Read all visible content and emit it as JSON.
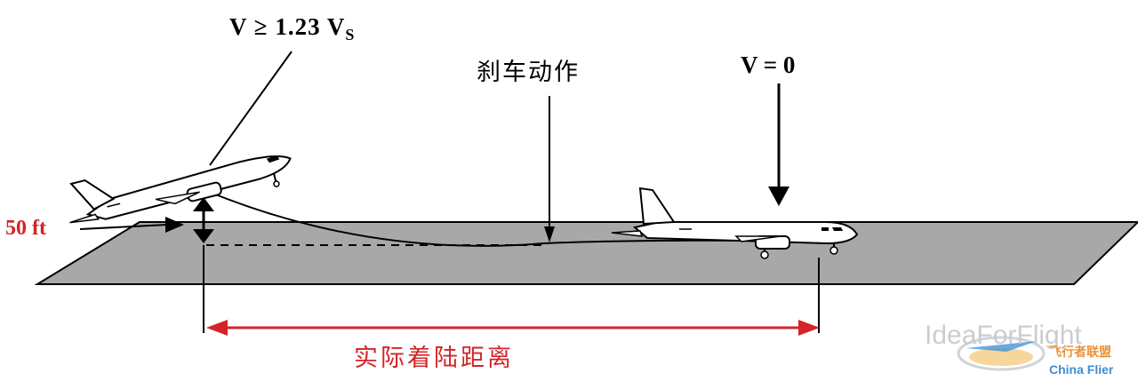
{
  "labels": {
    "speed_main": "V ≥ 1.23 V",
    "speed_sub": "S",
    "braking": "刹车动作",
    "stop_speed": "V = 0",
    "height": "50 ft",
    "distance": "实际着陆距离"
  },
  "watermark": {
    "text": "IdeaForFlight",
    "cn": "飞行者联盟",
    "en": "China Flier"
  },
  "colors": {
    "accent": "#d2242a",
    "runway": "#a8a8a8",
    "ink": "#000000"
  }
}
